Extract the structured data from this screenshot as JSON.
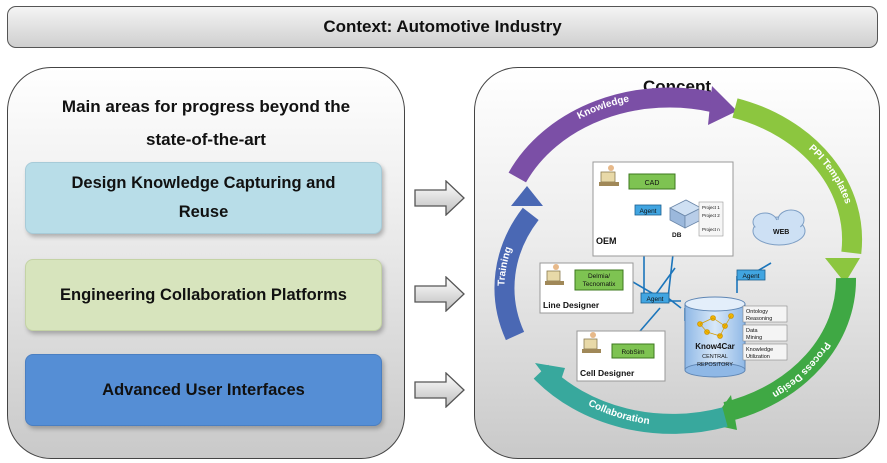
{
  "banner": {
    "title": "Context: Automotive Industry"
  },
  "left_panel": {
    "title_line1": "Main areas for progress beyond the",
    "title_line2": "state-of-the-art",
    "areas": [
      {
        "line1": "Design Knowledge Capturing and",
        "line2": "Reuse",
        "color": "#b8dde8"
      },
      {
        "line1": "Engineering Collaboration Platforms",
        "line2": "",
        "color": "#d7e4bd"
      },
      {
        "line1": "Advanced User Interfaces",
        "line2": "",
        "color": "#558ed5"
      }
    ]
  },
  "concept": {
    "title": "Concept",
    "cycle_labels": [
      "Knowledge",
      "PPI Templates",
      "Process Design",
      "Collaboration",
      "Training"
    ],
    "cycle_colors": [
      "#7b4fa6",
      "#8cc63f",
      "#3fa844",
      "#38a89d",
      "#4a68b4"
    ],
    "nodes": {
      "cad": "CAD",
      "agent": "Agent",
      "db": "DB",
      "projects": [
        "Project 1",
        "Project 2",
        "Project n"
      ],
      "oem": "OEM",
      "web": "WEB",
      "delmia_line1": "Delmia/",
      "delmia_line2": "Tecnomatix",
      "line_designer": "Line Designer",
      "robsim": "RobSim",
      "cell_designer": "Cell Designer",
      "repository_name": "Know4Car",
      "repository_line1": "CENTRAL",
      "repository_line2": "REPOSITORY",
      "ontology_line1": "Ontology",
      "ontology_line2": "Reasoning",
      "datamining_line1": "Data",
      "datamining_line2": "Mining",
      "knowledge_line1": "Knowledge",
      "knowledge_line2": "Utilization"
    }
  }
}
